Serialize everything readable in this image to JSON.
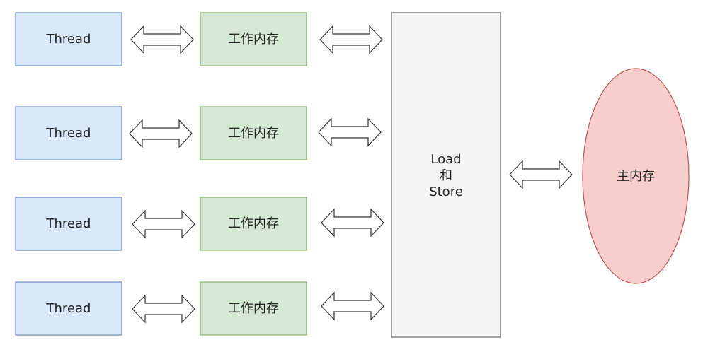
{
  "threads": [
    {
      "label": "Thread"
    },
    {
      "label": "Thread"
    },
    {
      "label": "Thread"
    },
    {
      "label": "Thread"
    }
  ],
  "working_memories": [
    {
      "label": "工作内存"
    },
    {
      "label": "工作内存"
    },
    {
      "label": "工作内存"
    },
    {
      "label": "工作内存"
    }
  ],
  "load_store": {
    "lines": [
      "Load",
      "和",
      "Store"
    ]
  },
  "main_memory": {
    "label": "主内存"
  },
  "colors": {
    "thread_fill": "#dae8fc",
    "thread_stroke": "#6c8ebf",
    "working_fill": "#d5e8d4",
    "working_stroke": "#82b366",
    "loadstore_fill": "#f5f5f5",
    "loadstore_stroke": "#666666",
    "main_fill": "#f8cecc",
    "main_stroke": "#b85450"
  },
  "connectors": [
    {
      "from": "thread",
      "to": "working-memory",
      "type": "double-arrow"
    },
    {
      "from": "working-memory",
      "to": "load-store",
      "type": "double-arrow"
    },
    {
      "from": "load-store",
      "to": "main-memory",
      "type": "double-arrow"
    }
  ]
}
